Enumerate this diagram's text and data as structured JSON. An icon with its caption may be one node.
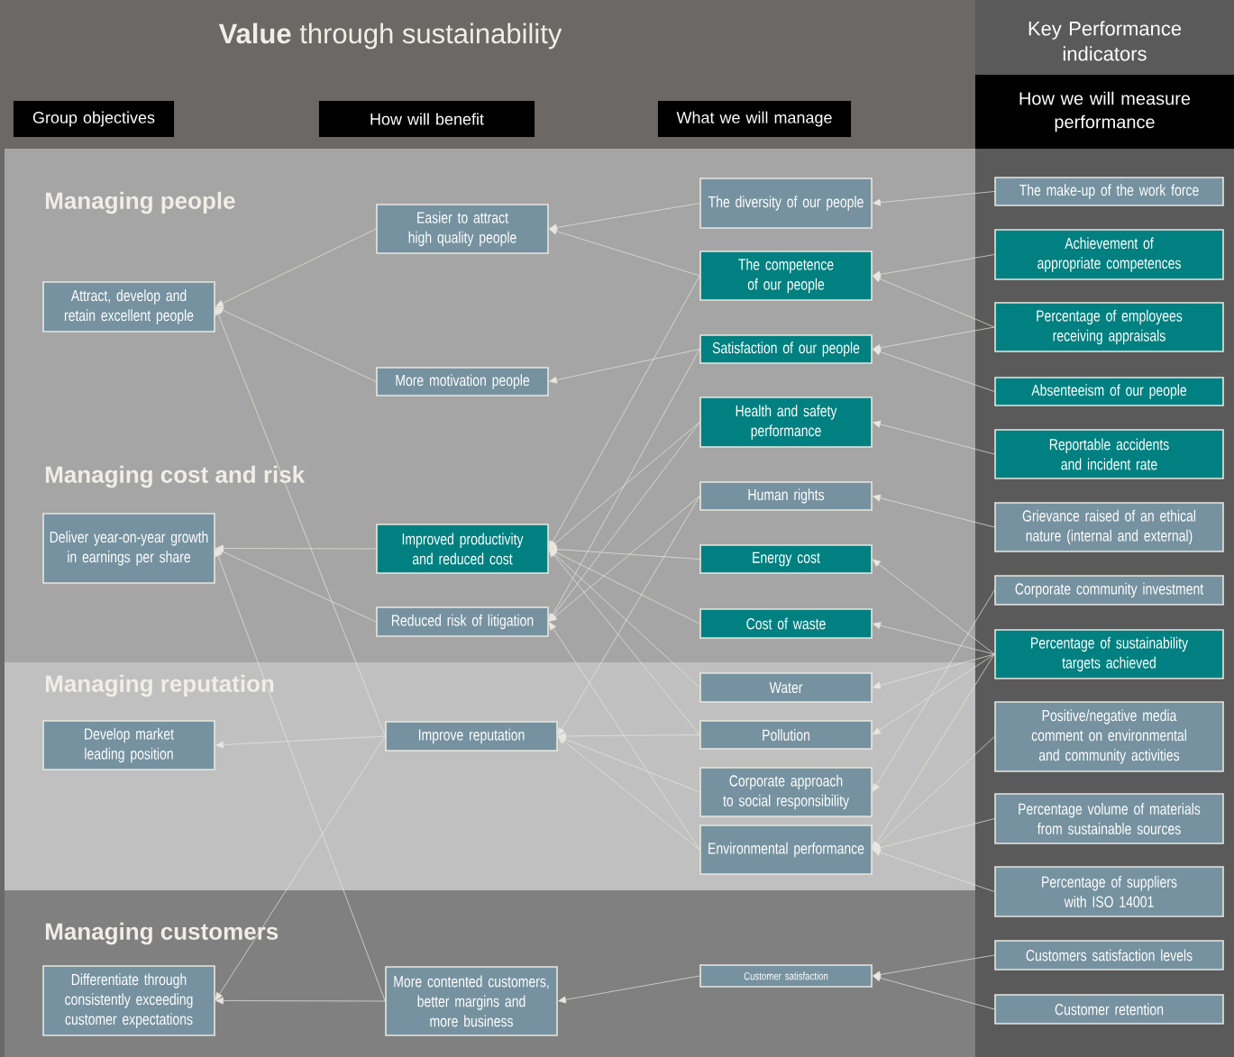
{
  "diagram": {
    "title": "**Value** through sustainability",
    "nodes": [
      {
        "text": [
          "Group objectives"
        ]
      },
      {
        "text": [
          "How will benefit"
        ]
      },
      {
        "text": [
          "What we will manage"
        ]
      },
      {
        "text": [
          "How we will measure performance"
        ],
        "beside": [
          "Key Performance indicators"
        ]
      },
      {
        "text": [
          "Attract, develop and retain excellent people"
        ]
      },
      {
        "text": [
          "Deliver year-on-year growth in earnings per share"
        ]
      },
      {
        "text": [
          "Develop market leading position"
        ]
      },
      {
        "text": [
          "Differentiate through consistently exceeding customer expectations"
        ]
      },
      {
        "text": [
          "Easier to attract high quality people"
        ]
      },
      {
        "text": [
          "More motivation people"
        ]
      },
      {
        "text": [
          "Improved productivity and reduced cost"
        ]
      },
      {
        "text": [
          "Reduced risk of litigation"
        ]
      },
      {
        "text": [
          "Improve reputation"
        ]
      },
      {
        "text": [
          "More contented customers, better margins and more business"
        ]
      },
      {
        "text": [
          "The diversity of our people"
        ]
      },
      {
        "text": [
          "The competence of our people"
        ]
      },
      {
        "text": [
          "Satisfaction of our people"
        ]
      },
      {
        "text": [
          "Health and safety performance"
        ]
      },
      {
        "text": [
          "Human rights"
        ]
      },
      {
        "text": [
          "Energy cost"
        ]
      },
      {
        "text": [
          "Cost of waste"
        ]
      },
      {
        "text": [
          "Water"
        ]
      },
      {
        "text": [
          "Pollution"
        ]
      },
      {
        "text": [
          "Corporate approach to social responsibility"
        ]
      },
      {
        "text": [
          "Environmental performance"
        ]
      },
      {
        "text": [
          "Customer satisfaction"
        ]
      },
      {
        "text": [
          "The make-up of the work force"
        ]
      },
      {
        "text": [
          "Achievement of appropriate competences"
        ]
      },
      {
        "text": [
          "Percentage of employees receiving appraisals"
        ]
      },
      {
        "text": [
          "Absenteeism of our people"
        ]
      },
      {
        "text": [
          "Reportable accidents and incident rate"
        ]
      },
      {
        "text": [
          "Grievance raised of an ethical nature (internal and external)"
        ]
      },
      {
        "text": [
          "Corporate community investment"
        ]
      },
      {
        "text": [
          "Percentage of sustainability targets achieved"
        ]
      },
      {
        "text": [
          "Positive/negative media comment on environmental and community activities"
        ]
      },
      {
        "text": [
          "Percentage volume of materials from sustainable sources"
        ]
      },
      {
        "text": [
          "Percentage of suppliers with ISO 14001"
        ]
      },
      {
        "text": [
          "Customers satisfaction levels"
        ]
      },
      {
        "text": [
          "Customer retention"
        ]
      }
    ],
    "edges": [
      {
        "from": 8,
        "to": 4,
        "arrow": "to"
      },
      {
        "from": 9,
        "to": 4,
        "arrow": "to"
      },
      {
        "from": 12,
        "to": 4,
        "arrow": "to"
      },
      {
        "from": 10,
        "to": 5,
        "arrow": "to"
      },
      {
        "from": 11,
        "to": 5,
        "arrow": "to"
      },
      {
        "from": 13,
        "to": 5,
        "arrow": "to"
      },
      {
        "from": 12,
        "to": 6,
        "arrow": "to"
      },
      {
        "from": 13,
        "to": 7,
        "arrow": "to"
      },
      {
        "from": 12,
        "to": 7,
        "arrow": "to"
      },
      {
        "from": 14,
        "to": 8,
        "arrow": "to"
      },
      {
        "from": 15,
        "to": 8,
        "arrow": "to"
      },
      {
        "from": 16,
        "to": 9,
        "arrow": "to"
      },
      {
        "from": 15,
        "to": 10,
        "arrow": "to"
      },
      {
        "from": 17,
        "to": 10,
        "arrow": "to"
      },
      {
        "from": 19,
        "to": 10,
        "arrow": "to"
      },
      {
        "from": 20,
        "to": 10,
        "arrow": "to"
      },
      {
        "from": 21,
        "to": 10,
        "arrow": "to"
      },
      {
        "from": 22,
        "to": 10,
        "arrow": "to"
      },
      {
        "from": 16,
        "to": 11,
        "arrow": "to"
      },
      {
        "from": 17,
        "to": 11,
        "arrow": "to"
      },
      {
        "from": 18,
        "to": 11,
        "arrow": "to"
      },
      {
        "from": 24,
        "to": 11,
        "arrow": "to"
      },
      {
        "from": 18,
        "to": 12,
        "arrow": "to"
      },
      {
        "from": 22,
        "to": 12,
        "arrow": "to"
      },
      {
        "from": 23,
        "to": 12,
        "arrow": "to"
      },
      {
        "from": 24,
        "to": 12,
        "arrow": "to"
      },
      {
        "from": 25,
        "to": 13,
        "arrow": "to"
      },
      {
        "from": 26,
        "to": 14,
        "arrow": "to"
      },
      {
        "from": 27,
        "to": 15,
        "arrow": "to"
      },
      {
        "from": 28,
        "to": 15,
        "arrow": "to"
      },
      {
        "from": 28,
        "to": 16,
        "arrow": "to"
      },
      {
        "from": 29,
        "to": 16,
        "arrow": "to"
      },
      {
        "from": 30,
        "to": 17,
        "arrow": "to"
      },
      {
        "from": 31,
        "to": 18,
        "arrow": "to"
      },
      {
        "from": 32,
        "to": 23,
        "arrow": "to"
      },
      {
        "from": 33,
        "to": 19,
        "arrow": "to"
      },
      {
        "from": 33,
        "to": 20,
        "arrow": "to"
      },
      {
        "from": 33,
        "to": 21,
        "arrow": "to"
      },
      {
        "from": 33,
        "to": 22,
        "arrow": "to"
      },
      {
        "from": 33,
        "to": 24,
        "arrow": "to"
      },
      {
        "from": 34,
        "to": 24,
        "arrow": "to"
      },
      {
        "from": 35,
        "to": 24,
        "arrow": "to"
      },
      {
        "from": 36,
        "to": 24,
        "arrow": "to"
      },
      {
        "from": 37,
        "to": 25,
        "arrow": "to"
      },
      {
        "from": 38,
        "to": 25,
        "arrow": "to"
      }
    ],
    "labels": [
      "Managing people",
      "Managing cost and risk",
      "Managing reputation",
      "Managing customers"
    ]
  }
}
